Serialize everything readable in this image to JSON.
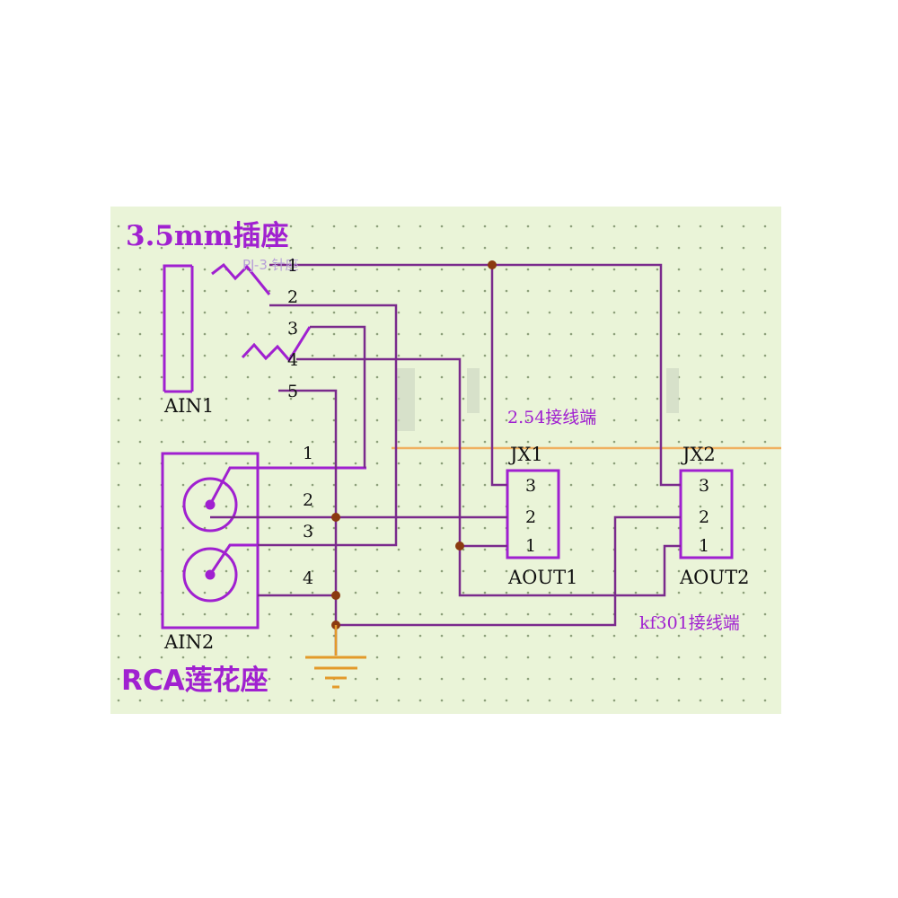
{
  "diagram": {
    "title_top": "3.5mm插座",
    "title_bottom": "RCA莲花座",
    "note_254": "2.54接线端",
    "note_kf301": "kf301接线端",
    "faint_ghost_text": "PJ-3 针座",
    "components": {
      "ain1": {
        "ref": "AIN1",
        "pins": [
          "1",
          "2",
          "3",
          "4",
          "5"
        ]
      },
      "ain2": {
        "ref": "AIN2",
        "pins": [
          "1",
          "2",
          "3",
          "4"
        ]
      },
      "jx1": {
        "ref": "JX1",
        "name": "AOUT1",
        "pins": [
          "3",
          "2",
          "1"
        ]
      },
      "jx2": {
        "ref": "JX2",
        "name": "AOUT2",
        "pins": [
          "3",
          "2",
          "1"
        ]
      }
    },
    "colors": {
      "background": "#eaf4d8",
      "grid_dot": "#8da07a",
      "wire": "#7a2a8c",
      "component": "#a020d0",
      "junction": "#8b3a10",
      "ground": "#e39a2a",
      "orange_line": "#f0b060",
      "title": "#a020d0"
    }
  }
}
